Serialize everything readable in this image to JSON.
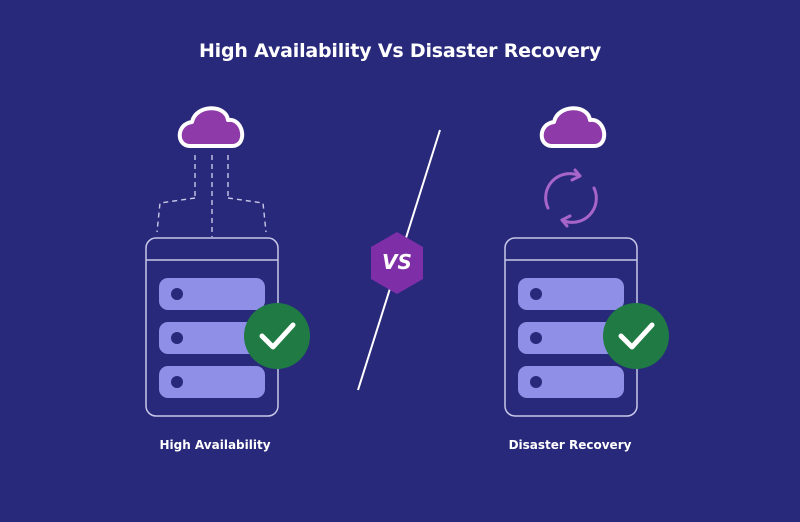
{
  "title": "High Availability Vs Disaster Recovery",
  "vs_label": "VS",
  "left": {
    "caption": "High Availability"
  },
  "right": {
    "caption": "Disaster Recovery"
  },
  "colors": {
    "background": "#29297b",
    "cloud": "#8e3aa8",
    "server_bar": "#8f8fe8",
    "check_circle": "#1f7a43",
    "vs_badge": "#7e2fa8",
    "sync_arrows": "#a865c9"
  }
}
